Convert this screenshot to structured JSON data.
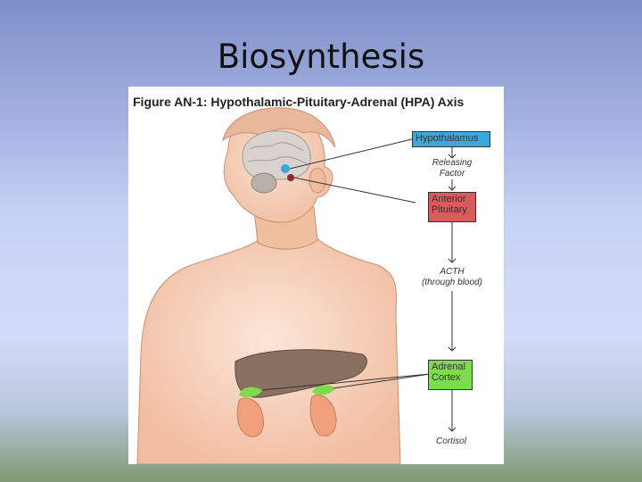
{
  "slide": {
    "title": "Biosynthesis"
  },
  "figure": {
    "caption": "Figure AN-1: Hypothalamic-Pituitary-Adrenal (HPA) Axis",
    "boxes": {
      "hypothalamus": "Hypothalamus",
      "anterior_pituitary_1": "Anterior",
      "anterior_pituitary_2": "Pituitary",
      "adrenal_cortex_1": "Adrenal",
      "adrenal_cortex_2": "Cortex"
    },
    "labels": {
      "releasing_factor_1": "Releasing",
      "releasing_factor_2": "Factor",
      "acth_1": "ACTH",
      "acth_2": "(through blood)",
      "cortisol": "Cortisol"
    }
  },
  "colors": {
    "hypothalamus_box": "#3ba8d9",
    "pituitary_box": "#d95b5b",
    "adrenal_box": "#7ddc4e",
    "skin": "#f3c4a6",
    "liver": "#8a7060",
    "kidney": "#f0a07a"
  }
}
